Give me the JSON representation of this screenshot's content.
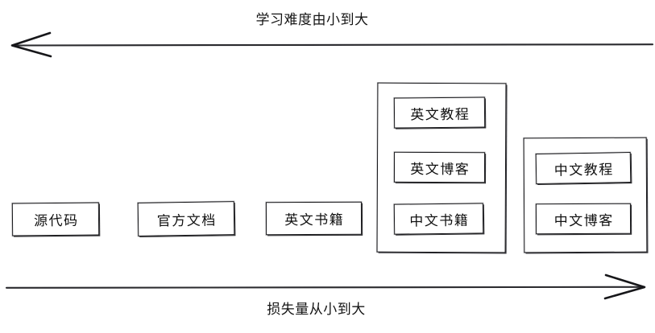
{
  "diagram": {
    "top_axis": {
      "label": "学习难度由小到大",
      "direction": "left",
      "arrow_icon": "arrow-left-icon"
    },
    "bottom_axis": {
      "label": "损失量从小到大",
      "direction": "right",
      "arrow_icon": "arrow-right-icon"
    },
    "nodes": [
      {
        "id": "source-code",
        "label": "源代码"
      },
      {
        "id": "official-doc",
        "label": "官方文档"
      },
      {
        "id": "english-books",
        "label": "英文书籍"
      }
    ],
    "groups": [
      {
        "id": "english-group",
        "items": [
          {
            "id": "english-tutorial",
            "label": "英文教程"
          },
          {
            "id": "english-blog",
            "label": "英文博客"
          },
          {
            "id": "chinese-books",
            "label": "中文书籍"
          }
        ]
      },
      {
        "id": "chinese-group",
        "items": [
          {
            "id": "chinese-tutorial",
            "label": "中文教程"
          },
          {
            "id": "chinese-blog",
            "label": "中文博客"
          }
        ]
      }
    ],
    "colors": {
      "stroke": "#17171a",
      "text": "#111111",
      "background": "#ffffff"
    }
  }
}
